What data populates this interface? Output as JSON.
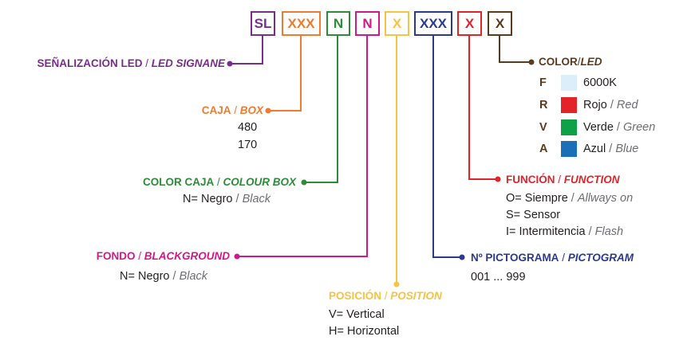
{
  "code_boxes": [
    {
      "text": "SL",
      "color": "#7b2d8e"
    },
    {
      "text": "XXX",
      "color": "#ee7b30"
    },
    {
      "text": "N",
      "color": "#2e8b3a"
    },
    {
      "text": "N",
      "color": "#d0198a"
    },
    {
      "text": "X",
      "color": "#f6c343"
    },
    {
      "text": "XXX",
      "color": "#2b3a8c"
    },
    {
      "text": "X",
      "color": "#e2232a"
    },
    {
      "text": "X",
      "color": "#5c3b1c"
    }
  ],
  "sections": {
    "senalizacion": {
      "es": "SEÑALIZACIÓN LED",
      "sep": " / ",
      "en": "LED SIGNANE",
      "color": "#7b2d8e"
    },
    "caja": {
      "es": "CAJA",
      "sep": " / ",
      "en": "BOX",
      "color": "#ee7b30",
      "values": [
        "480",
        "170"
      ]
    },
    "color_caja": {
      "es": "COLOR CAJA",
      "sep": " / ",
      "en": "COLOUR BOX",
      "color": "#2e8b3a",
      "values": [
        {
          "es": "N= Negro",
          "sep": " / ",
          "en": "Black"
        }
      ]
    },
    "fondo": {
      "es": "FONDO",
      "sep": " / ",
      "en": "BLACKGROUND",
      "color": "#d0198a",
      "values": [
        {
          "es": "N= Negro",
          "sep": " / ",
          "en": "Black"
        }
      ]
    },
    "posicion": {
      "es": "POSICIÓN",
      "sep": " / ",
      "en": "POSITION",
      "color": "#f6c343",
      "values": [
        "V= Vertical",
        "H= Horizontal"
      ]
    },
    "pictograma": {
      "es": "Nº PICTOGRAMA",
      "sep": " / ",
      "en": "PICTOGRAM",
      "color": "#2b3a8c",
      "values": [
        "001 ... 999"
      ]
    },
    "funcion": {
      "es": "FUNCIÓN",
      "sep": " / ",
      "en": "FUNCTION",
      "color": "#e2232a",
      "values": [
        {
          "es": "O= Siempre",
          "sep": " / ",
          "en": "Allways on"
        },
        {
          "es": "S= Sensor",
          "sep": "",
          "en": ""
        },
        {
          "es": "I= Intermitencia",
          "sep": " / ",
          "en": "Flash"
        }
      ]
    },
    "color_led": {
      "es": "COLOR",
      "sep": "/",
      "en": "LED",
      "color": "#5c3b1c",
      "items": [
        {
          "code": "F",
          "swatch": "#dbeffa",
          "es": "6000K",
          "sep": "",
          "en": ""
        },
        {
          "code": "R",
          "swatch": "#e2232a",
          "es": "Rojo",
          "sep": " / ",
          "en": "Red"
        },
        {
          "code": "V",
          "swatch": "#0fa14a",
          "es": "Verde",
          "sep": " / ",
          "en": "Green"
        },
        {
          "code": "A",
          "swatch": "#1a6fb8",
          "es": "Azul",
          "sep": " / ",
          "en": "Blue"
        }
      ]
    }
  }
}
